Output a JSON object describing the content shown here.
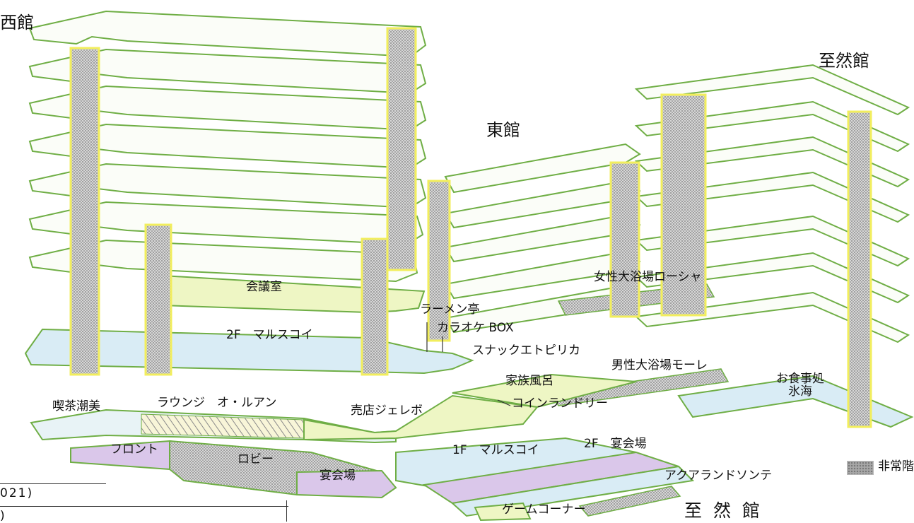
{
  "buildings": {
    "west": "西館",
    "east": "東館",
    "shizen_top": "至然館",
    "shizen_bottom": "至 然 館"
  },
  "rooms": {
    "conference": "会議室",
    "maruscoi_2f": "2F　マルスコイ",
    "ramen": "ラーメン亭",
    "karaoke": "カラオケ BOX",
    "snack": "スナックエトピリカ",
    "womens_bath": "女性大浴場ローシャ",
    "mens_bath": "男性大浴場モーレ",
    "family_bath": "家族風呂",
    "laundry": "コインランドリー",
    "dining_line1": "お食事処",
    "dining_line2": "氷海",
    "cafe": "喫茶潮美",
    "lounge": "ラウンジ　オ・ルアン",
    "shop": "売店ジェレボ",
    "front": "フロント",
    "lobby": "ロビー",
    "banquet": "宴会場",
    "maruscoi_1f": "1F　マルスコイ",
    "banquet_2f": "2F　宴会場",
    "aqualand": "アクアランドソンテ",
    "game": "ゲームコーナー"
  },
  "legend": {
    "emergency_stairs": "非常階"
  },
  "footnote": {
    "line1": "021)",
    "line2": ")"
  },
  "colors": {
    "outline": "#6fae45",
    "stair_yellow": "#f2ee5c",
    "hall_blue": "#d9ecf5",
    "conference_yellow": "#eef6c4",
    "front_purple": "#dac7ea",
    "stair_dots": "#a0a0a0"
  }
}
